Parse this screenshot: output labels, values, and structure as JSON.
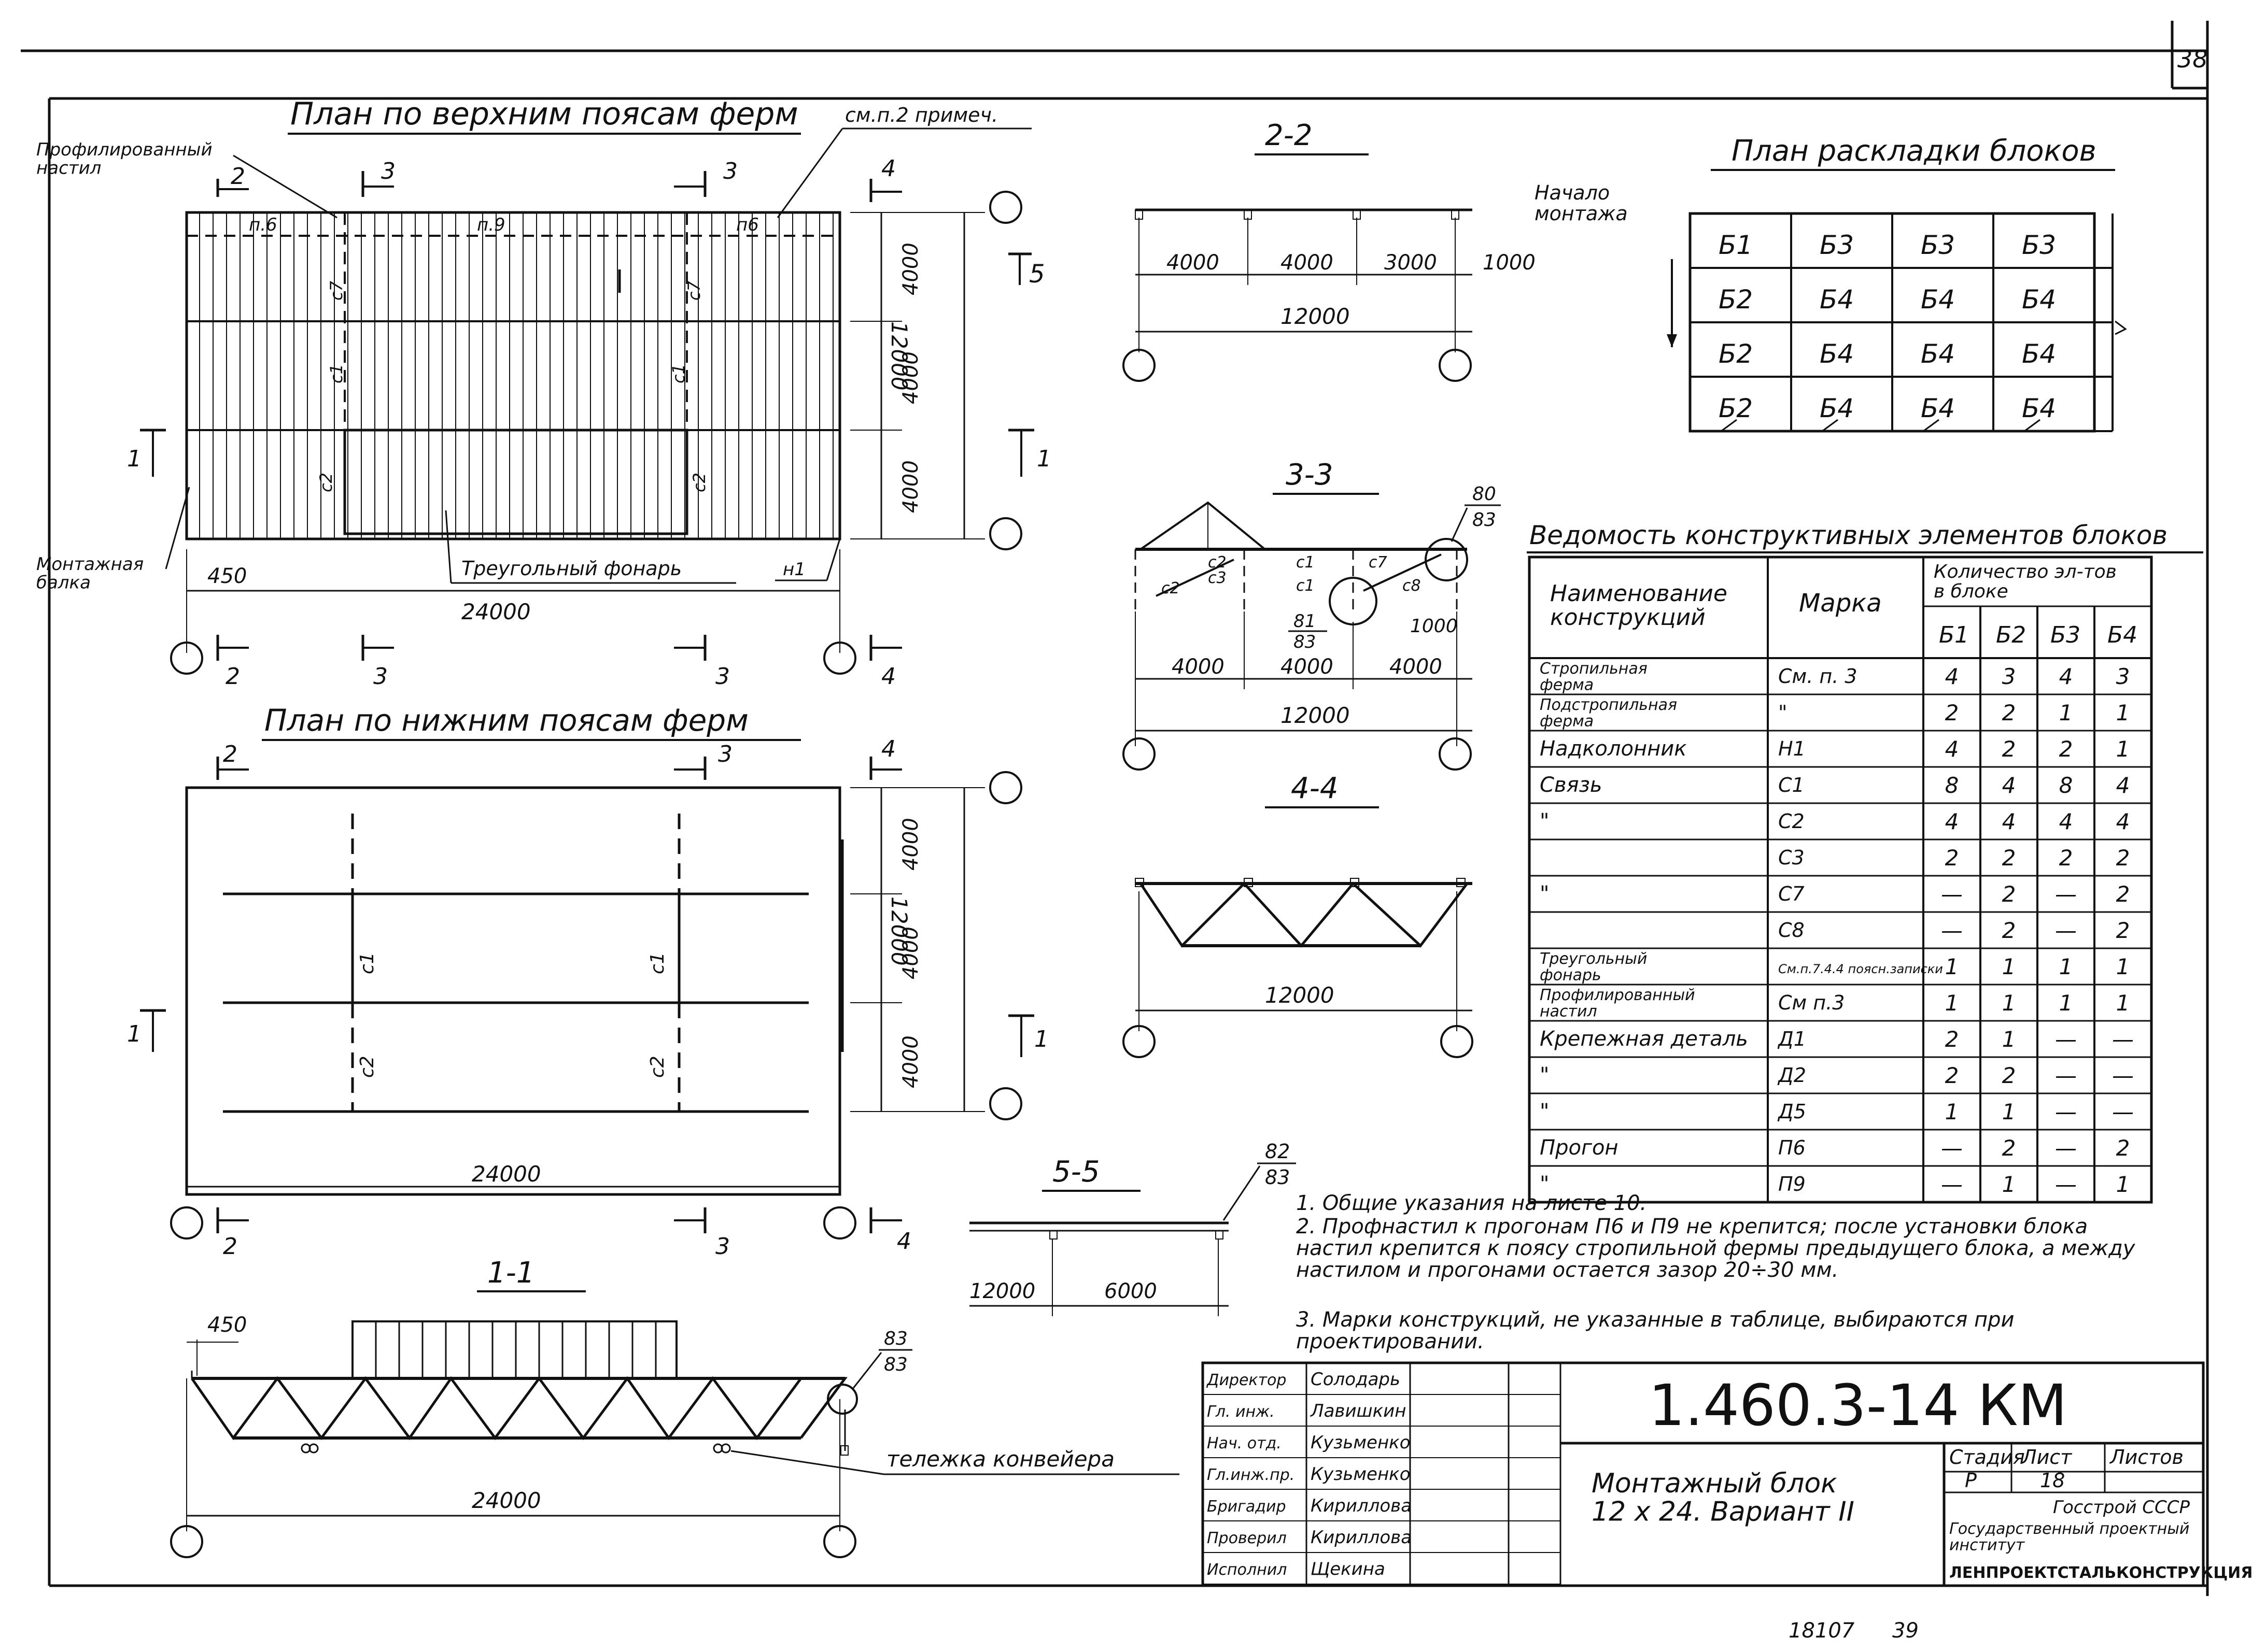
{
  "sheet_number": "38",
  "views": {
    "top_plan": {
      "title": "План по верхним поясам ферм",
      "callout_note": "см.п.2 примеч.",
      "label_decking": "Профилированный\nнастил",
      "label_mount_beam": "Монтажная\nбалка",
      "label_lantern": "Треугольный фонарь",
      "purlins": [
        "п.6",
        "п.9",
        "п6"
      ],
      "bracing": [
        "с7",
        "с1",
        "с2",
        "с7",
        "с1",
        "с2"
      ],
      "dims_v": [
        "4000",
        "4000",
        "4000"
      ],
      "dim_total_v": "12000",
      "dim_total_h": "24000",
      "dim_offset": "450",
      "mark_h1": "н1",
      "section_marks": [
        "2",
        "3",
        "3",
        "4",
        "5",
        "1",
        "1",
        "2",
        "3",
        "3",
        "4"
      ]
    },
    "bottom_plan": {
      "title": "План по нижним поясам ферм",
      "bracing": [
        "с1",
        "с1",
        "с2",
        "с2"
      ],
      "dims_v": [
        "4000",
        "4000",
        "4000"
      ],
      "dim_total_v": "12000",
      "dim_total_h": "24000",
      "section_marks": [
        "2",
        "3",
        "4",
        "1",
        "1",
        "2",
        "3",
        "4"
      ]
    },
    "section_1_1": {
      "title": "1-1",
      "dim_offset": "450",
      "dim_total": "24000",
      "node_ref": [
        "83",
        "83"
      ],
      "label_conveyor": "тележка конвейера"
    },
    "section_2_2": {
      "title": "2-2",
      "dims": [
        "4000",
        "4000",
        "3000",
        "1000"
      ],
      "dim_total": "12000"
    },
    "section_3_3": {
      "title": "3-3",
      "labels": [
        "с2",
        "с3",
        "с2",
        "с1",
        "с7",
        "с1",
        "с8"
      ],
      "node_ref_top": [
        "80",
        "83"
      ],
      "node_ref_mid": [
        "81",
        "83"
      ],
      "dim_small": "1000",
      "dims": [
        "4000",
        "4000",
        "4000"
      ],
      "dim_total": "12000"
    },
    "section_4_4": {
      "title": "4-4",
      "dim_total": "12000"
    },
    "section_5_5": {
      "title": "5-5",
      "node_ref": [
        "82",
        "83"
      ],
      "dims": [
        "12000",
        "6000"
      ]
    }
  },
  "block_layout": {
    "title": "План раскладки блоков",
    "start_label": "Начало\nмонтажа",
    "rows": [
      [
        "Б1",
        "Б3",
        "Б3",
        "Б3"
      ],
      [
        "Б2",
        "Б4",
        "Б4",
        "Б4"
      ],
      [
        "Б2",
        "Б4",
        "Б4",
        "Б4"
      ],
      [
        "Б2",
        "Б4",
        "Б4",
        "Б4"
      ]
    ]
  },
  "schedule": {
    "title": "Ведомость конструктивных элементов блоков",
    "headers": {
      "name": "Наименование\nконструкций",
      "mark": "Марка",
      "qty": "Количество эл-тов\nв блоке",
      "blocks": [
        "Б1",
        "Б2",
        "Б3",
        "Б4"
      ]
    },
    "rows": [
      {
        "name": "Стропильная\nферма",
        "mark": "См. п. 3",
        "q": [
          "4",
          "3",
          "4",
          "3"
        ]
      },
      {
        "name": "Подстропильная\nферма",
        "mark": "\"",
        "q": [
          "2",
          "2",
          "1",
          "1"
        ]
      },
      {
        "name": "Надколонник",
        "mark": "Н1",
        "q": [
          "4",
          "2",
          "2",
          "1"
        ]
      },
      {
        "name": "Связь",
        "mark": "С1",
        "q": [
          "8",
          "4",
          "8",
          "4"
        ]
      },
      {
        "name": "\"",
        "mark": "С2",
        "q": [
          "4",
          "4",
          "4",
          "4"
        ]
      },
      {
        "name": "",
        "mark": "С3",
        "q": [
          "2",
          "2",
          "2",
          "2"
        ]
      },
      {
        "name": "\"",
        "mark": "С7",
        "q": [
          "—",
          "2",
          "—",
          "2"
        ]
      },
      {
        "name": "",
        "mark": "С8",
        "q": [
          "—",
          "2",
          "—",
          "2"
        ]
      },
      {
        "name": "Треугольный\nфонарь",
        "mark": "См.п.7.4.4 поясн.записки",
        "q": [
          "1",
          "1",
          "1",
          "1"
        ]
      },
      {
        "name": "Профилированный\nнастил",
        "mark": "См п.3",
        "q": [
          "1",
          "1",
          "1",
          "1"
        ]
      },
      {
        "name": "Крепежная деталь",
        "mark": "Д1",
        "q": [
          "2",
          "1",
          "—",
          "—"
        ]
      },
      {
        "name": "\"",
        "mark": "Д2",
        "q": [
          "2",
          "2",
          "—",
          "—"
        ]
      },
      {
        "name": "\"",
        "mark": "Д5",
        "q": [
          "1",
          "1",
          "—",
          "—"
        ]
      },
      {
        "name": "Прогон",
        "mark": "П6",
        "q": [
          "—",
          "2",
          "—",
          "2"
        ]
      },
      {
        "name": "\"",
        "mark": "П9",
        "q": [
          "—",
          "1",
          "—",
          "1"
        ]
      }
    ]
  },
  "notes": [
    "1. Общие указания на листе 10.",
    "2. Профнастил к прогонам П6 и П9 не крепится; после установки блока настил крепится к поясу стропильной фермы предыдущего блока, а между настилом и прогонами остается зазор 20÷30 мм.",
    "3. Марки конструкций, не указанные в таблице, выбираются при проектировании."
  ],
  "title_block": {
    "code": "1.460.3-14 КМ",
    "title": "Монтажный блок\n12 х 24. Вариант II",
    "stage_label": "Стадия",
    "sheet_label": "Лист",
    "sheets_label": "Листов",
    "stage": "Р",
    "sheet": "18",
    "org1": "Госстрой СССР",
    "org2": "Государственный проектный\nинститут",
    "org3": "ЛЕНПРОЕКТСТАЛЬКОНСТРУКЦИЯ",
    "staff": [
      {
        "role": "Директор",
        "name": "Солодарь"
      },
      {
        "role": "Гл. инж.",
        "name": "Лавишкин"
      },
      {
        "role": "Нач. отд.",
        "name": "Кузьменко"
      },
      {
        "role": "Гл.инж.пр.",
        "name": "Кузьменко"
      },
      {
        "role": "Бригадир",
        "name": "Кириллова"
      },
      {
        "role": "Проверил",
        "name": "Кириллова"
      },
      {
        "role": "Исполнил",
        "name": "Щекина"
      }
    ]
  },
  "footer": {
    "archive": "18107",
    "page": "39"
  }
}
